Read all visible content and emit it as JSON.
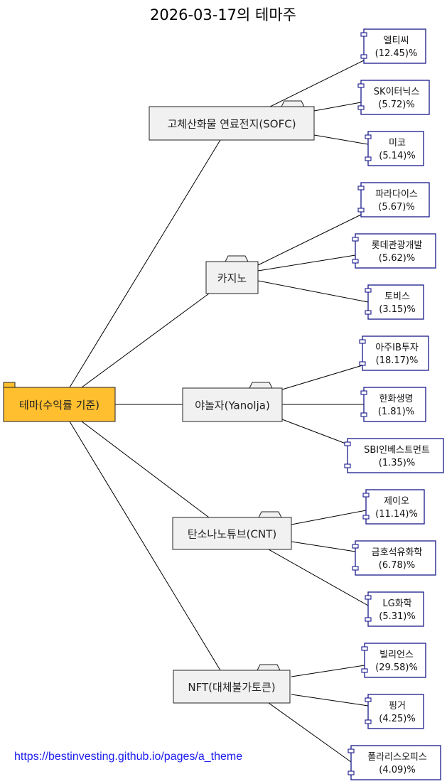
{
  "title": "2026-03-17의 테마주",
  "url": "https://bestinvesting.github.io/pages/a_theme",
  "colors": {
    "root_fill": "#FFBF2F",
    "theme_fill": "#F1F1F1",
    "stock_border": "#1A1A8C"
  },
  "root": {
    "label": "테마(수익률 기준)"
  },
  "themes": [
    {
      "label": "고체산화물 연료전지(SOFC)",
      "stocks": [
        {
          "name": "엘티씨",
          "pct": "(12.45)%"
        },
        {
          "name": "SK이터닉스",
          "pct": "(5.72)%"
        },
        {
          "name": "미코",
          "pct": "(5.14)%"
        }
      ]
    },
    {
      "label": "카지노",
      "stocks": [
        {
          "name": "파라다이스",
          "pct": "(5.67)%"
        },
        {
          "name": "롯데관광개발",
          "pct": "(5.62)%"
        },
        {
          "name": "토비스",
          "pct": "(3.15)%"
        }
      ]
    },
    {
      "label": "야놀자(Yanolja)",
      "stocks": [
        {
          "name": "아주IB투자",
          "pct": "(18.17)%"
        },
        {
          "name": "한화생명",
          "pct": "(1.81)%"
        },
        {
          "name": "SBI인베스트먼트",
          "pct": "(1.35)%"
        }
      ]
    },
    {
      "label": "탄소나노튜브(CNT)",
      "stocks": [
        {
          "name": "제이오",
          "pct": "(11.14)%"
        },
        {
          "name": "금호석유화학",
          "pct": "(6.78)%"
        },
        {
          "name": "LG화학",
          "pct": "(5.31)%"
        }
      ]
    },
    {
      "label": "NFT(대체불가토큰)",
      "stocks": [
        {
          "name": "빌리언스",
          "pct": "(29.58)%"
        },
        {
          "name": "핑거",
          "pct": "(4.25)%"
        },
        {
          "name": "폴라리스오피스",
          "pct": "(4.09)%"
        }
      ]
    }
  ]
}
